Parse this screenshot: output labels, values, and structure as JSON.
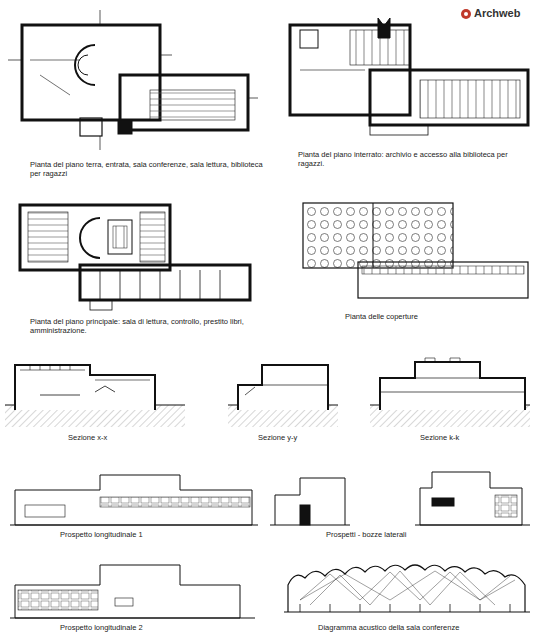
{
  "diagram": {
    "labels": [
      "Pianta del piano terra, entrata, sala conferenze, sala lettura, biblioteca per ragazzi",
      "Pianta del piano interrato: archivio e accesso alla biblioteca per ragazzi.",
      "Pianta del piano principale: sala di lettura, controllo, prestito libri, amministrazione.",
      "Pianta delle coperture",
      "Sezione x-x",
      "Sezione y-y",
      "Sezione k-k",
      "Prospetto longitudinale 1",
      "Prospetti - bozze laterali",
      "Prospetto longitudinale 2",
      "Diagramma acustico della sala conferenze",
      "Archweb"
    ]
  }
}
